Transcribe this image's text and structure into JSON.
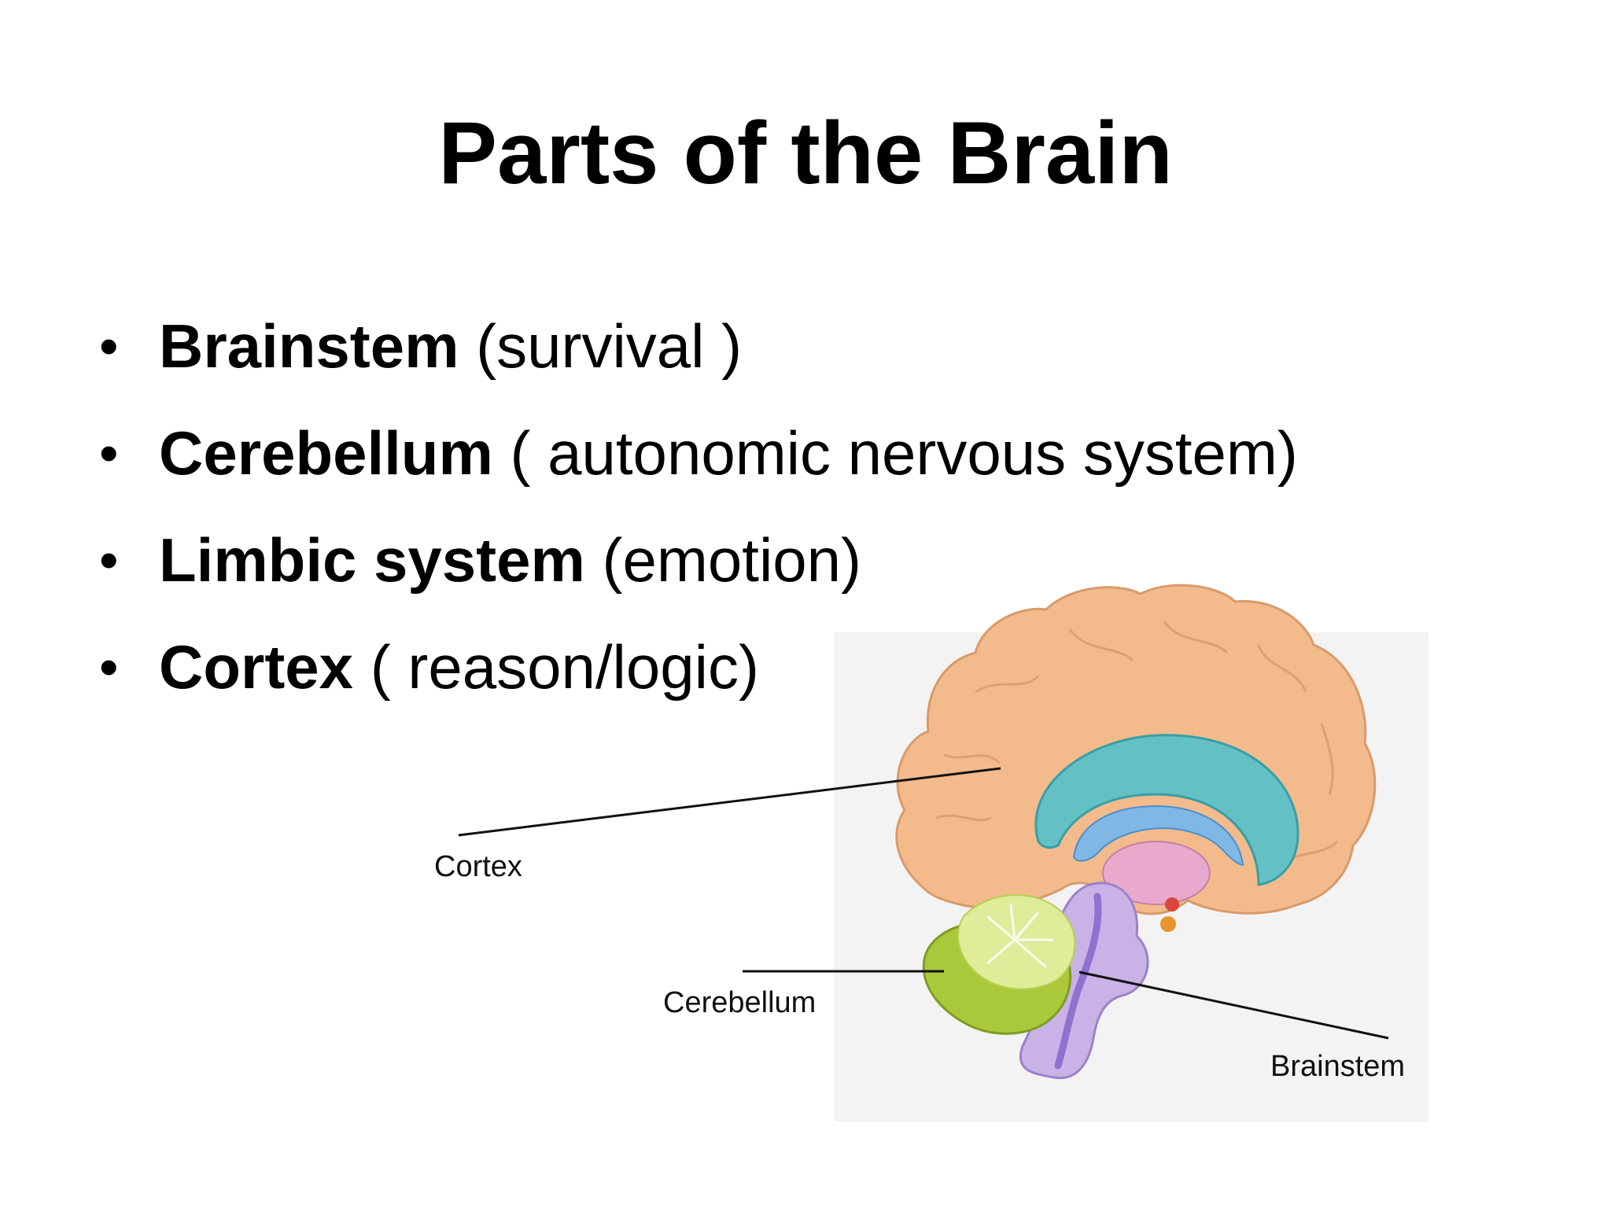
{
  "slide": {
    "title": "Parts of the Brain",
    "bullets": [
      {
        "term": "Brainstem",
        "description": " (survival )"
      },
      {
        "term": "Cerebellum",
        "description": " ( autonomic nervous system)"
      },
      {
        "term": "Limbic system",
        "description": " (emotion)"
      },
      {
        "term": "Cortex",
        "description": " ( reason/logic)"
      }
    ]
  },
  "diagram": {
    "labels": {
      "cortex": "Cortex",
      "cerebellum": "Cerebellum",
      "brainstem": "Brainstem"
    },
    "colors": {
      "cortex": "#f3bb8c",
      "limbic_ring": "#63c1c6",
      "cerebellum": "#a9c93a",
      "cerebellum_inner": "#dfec9a",
      "brainstem": "#c9b2e6",
      "thalamus": "#e8a9cc"
    }
  }
}
